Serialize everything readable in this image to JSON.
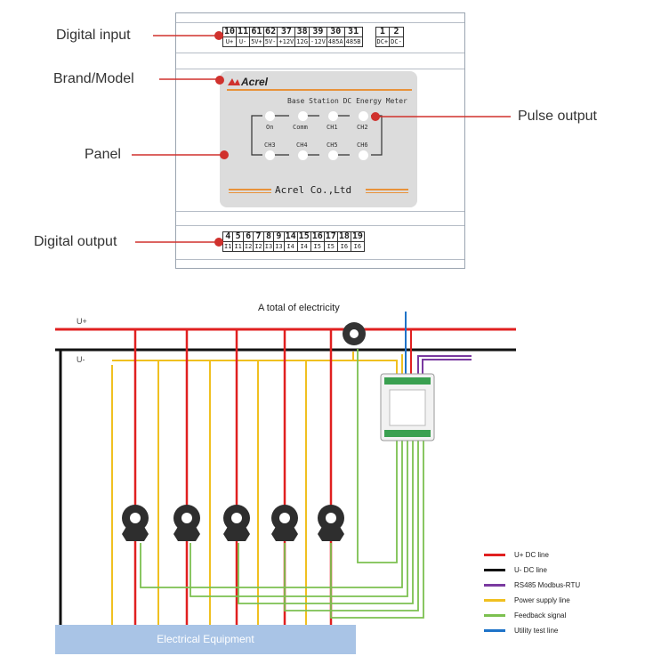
{
  "callouts": {
    "digital_input": "Digital input",
    "brand_model": "Brand/Model",
    "panel": "Panel",
    "digital_output": "Digital output",
    "pulse_output": "Pulse output"
  },
  "terminals_top": {
    "numbers": [
      "10",
      "11",
      "61",
      "62",
      "37",
      "38",
      "39",
      "30",
      "31",
      "",
      "1",
      "2"
    ],
    "labels": [
      "U+",
      "U-",
      "5V+",
      "5V-",
      "+12V",
      "12G",
      "-12V",
      "485A",
      "485B",
      "",
      "DC+",
      "DC-"
    ]
  },
  "terminals_bottom": {
    "numbers": [
      "4",
      "5",
      "6",
      "7",
      "8",
      "9",
      "14",
      "15",
      "16",
      "17",
      "18",
      "19"
    ],
    "labels": [
      "I1",
      "I1",
      "I2",
      "I2",
      "I3",
      "I3",
      "I4",
      "I4",
      "I5",
      "I5",
      "I6",
      "I6"
    ]
  },
  "panel": {
    "brand": "Acrel",
    "model": "Base Station DC Energy Meter",
    "row1_labels": [
      "On",
      "Comm",
      "CH1",
      "CH2"
    ],
    "row2_labels": [
      "CH3",
      "CH4",
      "CH5",
      "CH6"
    ],
    "company": "Acrel Co.,Ltd"
  },
  "wiring": {
    "title": "A total of electricity",
    "uplus": "U+",
    "uminus": "U-",
    "equipment": "Electrical Equipment"
  },
  "legend": [
    {
      "label": "U+ DC line",
      "color": "#e02020"
    },
    {
      "label": "U- DC line",
      "color": "#111111"
    },
    {
      "label": "RS485 Modbus-RTU",
      "color": "#7a3aa0"
    },
    {
      "label": "Power supply line",
      "color": "#f0c020"
    },
    {
      "label": "Feedback signal",
      "color": "#7cc050"
    },
    {
      "label": "Utility test line",
      "color": "#1e73c8"
    }
  ]
}
